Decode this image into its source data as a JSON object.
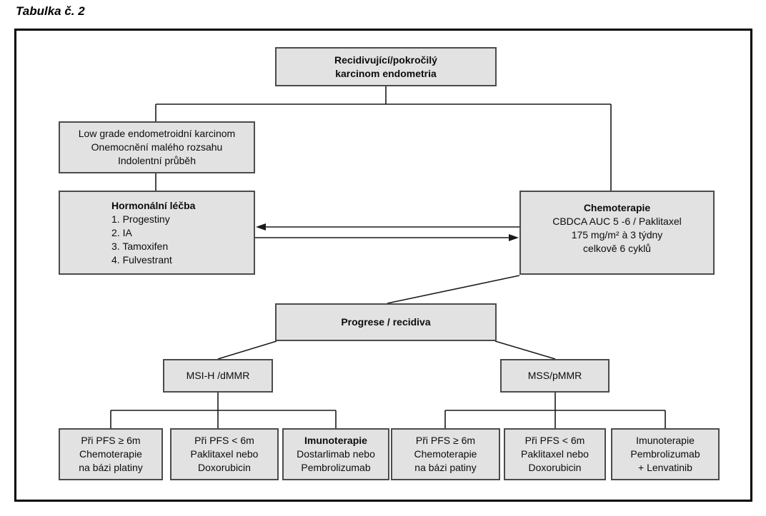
{
  "title": "Tabulka č. 2",
  "colors": {
    "node_fill": "#e2e2e2",
    "node_border": "#4b4b4b",
    "frame_border": "#000000",
    "line": "#1a1a1a",
    "background": "#ffffff"
  },
  "nodes": {
    "root": {
      "lines": [
        "Recidivující/pokročilý",
        "karcinom endometria"
      ]
    },
    "low_grade": {
      "lines": [
        "Low grade endometroidní karcinom",
        "Onemocnění malého rozsahu",
        "Indolentní průběh"
      ]
    },
    "hormonal": {
      "title": "Hormonální léčba",
      "items": [
        "1. Progestiny",
        "2. IA",
        "3. Tamoxifen",
        "4. Fulvestrant"
      ]
    },
    "chemo": {
      "title": "Chemoterapie",
      "lines": [
        "CBDCA AUC 5 -6 / Paklitaxel",
        "175 mg/m² à 3 týdny",
        "celkově 6 cyklů"
      ]
    },
    "progression": {
      "label": "Progrese / recidiva"
    },
    "msi": {
      "label": "MSI-H /dMMR"
    },
    "mss": {
      "label": "MSS/pMMR"
    },
    "leaf1": {
      "lines": [
        "Při PFS ≥ 6m",
        "Chemoterapie",
        "na bázi platiny"
      ]
    },
    "leaf2": {
      "lines": [
        "Při PFS < 6m",
        "Paklitaxel nebo",
        "Doxorubicin"
      ]
    },
    "leaf3": {
      "title": "Imunoterapie",
      "lines": [
        "Dostarlimab nebo",
        "Pembrolizumab"
      ]
    },
    "leaf4": {
      "lines": [
        "Při PFS ≥ 6m",
        "Chemoterapie",
        "na bázi patiny"
      ]
    },
    "leaf5": {
      "lines": [
        "Při PFS < 6m",
        "Paklitaxel nebo",
        "Doxorubicin"
      ]
    },
    "leaf6": {
      "lines": [
        "Imunoterapie",
        "Pembrolizumab",
        "+ Lenvatinib"
      ]
    }
  }
}
